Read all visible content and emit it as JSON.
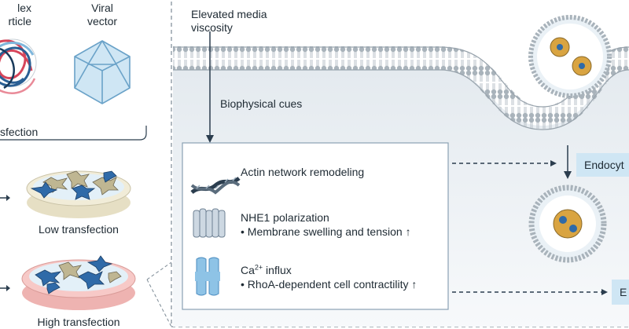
{
  "left_panel": {
    "complex_label_line1": "lex",
    "complex_label_line2": "rticle",
    "viral_label_line1": "Viral",
    "viral_label_line2": "vector",
    "transfection_label": "sfection",
    "low_label": "Low transfection",
    "high_label": "High transfection"
  },
  "right_panel": {
    "viscosity_line1": "Elevated media",
    "viscosity_line2": "viscosity",
    "cues_label": "Biophysical cues",
    "items": [
      {
        "icon": "actin-icon",
        "text": "Actin network remodeling"
      },
      {
        "icon": "nhe1-icon",
        "line1": "NHE1 polarization",
        "line2": "• Membrane swelling and tension ↑"
      },
      {
        "icon": "channel-icon",
        "ca": "Ca",
        "sup": "2+",
        "line1_rest": " influx",
        "line2": "• RhoA-dependent cell contractility ↑"
      }
    ],
    "endocytosis_label": "Endocyt",
    "bottom_box_label": "E"
  },
  "colors": {
    "membrane_head": "#a9b3bb",
    "cell_bg": "#eef2f5",
    "box_border": "#8aa1b3",
    "icon_blue": "#2f6aa8",
    "light_blue": "#cfe6f4",
    "dish_low": "#f1ecd8",
    "dish_high": "#f7c9c7",
    "vesicle_cargo": "#d9a441"
  }
}
